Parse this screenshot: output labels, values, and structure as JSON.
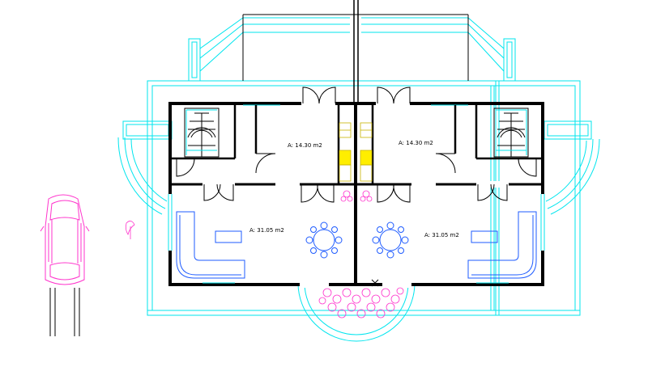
{
  "drawing": {
    "rooms": [
      {
        "label": "A: 14.30 m2"
      },
      {
        "label": "A: 14.30 m2"
      },
      {
        "label": "A: 31.05 m2"
      },
      {
        "label": "A: 31.05 m2"
      }
    ],
    "colors": {
      "background": "#ffffff",
      "wall": "#000000",
      "outline": "#00e5ee",
      "furniture": "#1e5bff",
      "vegetation": "#ff33cc",
      "car": "#ff33cc",
      "kitchen": "#ffee00"
    }
  }
}
